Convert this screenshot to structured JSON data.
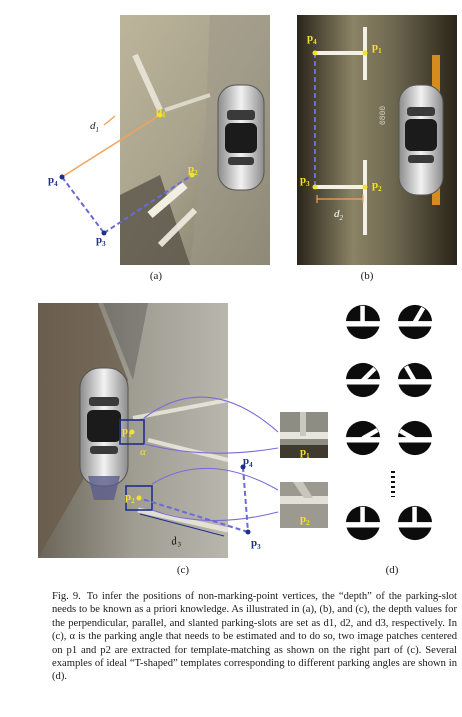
{
  "panels": {
    "a": {
      "label": "(a)",
      "points": {
        "p1": "p",
        "p1_sub": "1",
        "p2": "p",
        "p2_sub": "2",
        "p3": "p",
        "p3_sub": "3",
        "p4": "p",
        "p4_sub": "4"
      },
      "depth": {
        "symbol": "d",
        "sub": "1"
      }
    },
    "b": {
      "label": "(b)",
      "points": {
        "p1": "p",
        "p1_sub": "1",
        "p2": "p",
        "p2_sub": "2",
        "p3": "p",
        "p3_sub": "3",
        "p4": "p",
        "p4_sub": "4"
      },
      "depth": {
        "symbol": "d",
        "sub": "2"
      }
    },
    "c": {
      "label": "(c)",
      "points": {
        "p1": "p",
        "p1_sub": "1",
        "p2": "p",
        "p2_sub": "2",
        "p3": "p",
        "p3_sub": "3",
        "p4": "p",
        "p4_sub": "4"
      },
      "depth": {
        "symbol": "d",
        "sub": "3"
      },
      "angle": "α",
      "patch1": {
        "p": "p",
        "sub": "1"
      },
      "patch2": {
        "p": "p",
        "sub": "2"
      }
    },
    "d": {
      "label": "(d)"
    }
  },
  "templates_angles": [
    90,
    60,
    45,
    120,
    30,
    150,
    0,
    0
  ],
  "caption": {
    "figno": "Fig. 9.",
    "text": "To infer the positions of non-marking-point vertices, the “depth” of the parking-slot needs to be known as a priori knowledge. As illustrated in (a), (b), and (c), the depth values for the perpendicular, parallel, and slanted parking-slots are set as d1, d2, and d3, respectively. In (c), α is the parking angle that needs to be estimated and to do so, two image patches centered on p1 and p2 are extracted for template-matching as shown on the right part of (c). Several examples of ideal “T-shaped” templates corresponding to different parking angles are shown in (d)."
  },
  "colors": {
    "point_yellow": "#f4e22b",
    "point_blue": "#1f2f8a",
    "dashed_line": "#6a6ad8",
    "depth_line": "#f2a25b"
  }
}
